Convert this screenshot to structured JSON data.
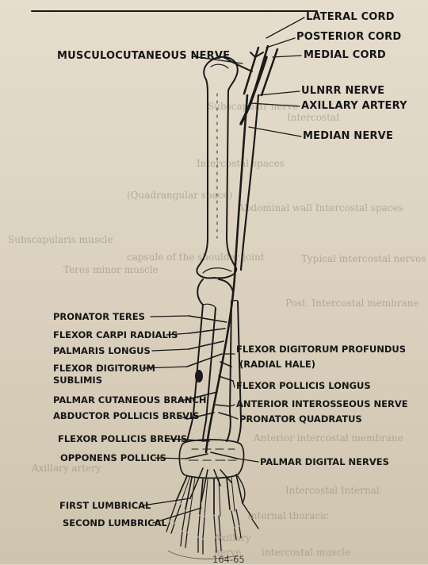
{
  "labels": {
    "lateral_cord": "LATERAL CORD",
    "posterior_cord": "POSTERIOR CORD",
    "medial_cord": "MEDIAL CORD",
    "musculocutaneous_nerve": "MUSCULOCUTANEOUS NERVE",
    "ulnar_nerve": "ULNRR NERVE",
    "axillary_artery": "AXILLARY ARTERY",
    "median_nerve": "MEDIAN NERVE",
    "pronator_teres": "PRONATOR TERES",
    "flexor_carpi_radialis": "FLEXOR CARPI RADIALIS",
    "palmaris_longus": "PALMARIS LONGUS",
    "flexor_digitorum_sublimis_1": "FLEXOR DIGITORUM",
    "flexor_digitorum_sublimis_2": "SUBLIMIS",
    "palmar_cutaneous_branch": "PALMAR CUTANEOUS BRANCH",
    "abductor_pollicis_brevis": "ABDUCTOR POLLICIS BREVIS",
    "flexor_pollicis_brevis": "FLEXOR POLLICIS BREVIS",
    "opponens_pollicis": "OPPONENS POLLICIS",
    "first_lumbrical": "FIRST LUMBRICAL",
    "second_lumbrical": "SECOND LUMBRICAL",
    "flexor_digitorum_profundus_1": "FLEXOR DIGITORUM PROFUNDUS",
    "flexor_digitorum_profundus_2": "(RADIAL HALE)",
    "flexor_pollicis_longus": "FLEXOR POLLICIS LONGUS",
    "anterior_interosseous_nerve": "ANTERIOR INTEROSSEOUS NERVE",
    "pronator_quadratus": "PRONATOR QUADRATUS",
    "palmar_digital_nerves": "PALMAR DIGITAL NERVES"
  },
  "page_number": "164-65",
  "bleedthrough": {
    "l1": "Subscapular nerve",
    "l2": "Intercostal",
    "l3": "Intercostal spaces",
    "l4": "(Quadrangular space)",
    "l5": "Abdominal wall Intercostal spaces",
    "l6": "Subscapularis muscle",
    "l7": "capsule of the shoulder joint",
    "l8": "Typical intercostal nerves",
    "l9": "Teres minor muscle",
    "l10": "Post. Intercostal membrane",
    "l11": "Anterior intercostal membrane",
    "l12": "Axillary artery",
    "l13": "Intercostal Internal",
    "l14": "Internal thoracic",
    "l15": "Axillary",
    "l16": "nerve",
    "l17": "intercostal muscle"
  },
  "colors": {
    "ink": "#161616",
    "paper": "#e2d9c8"
  }
}
